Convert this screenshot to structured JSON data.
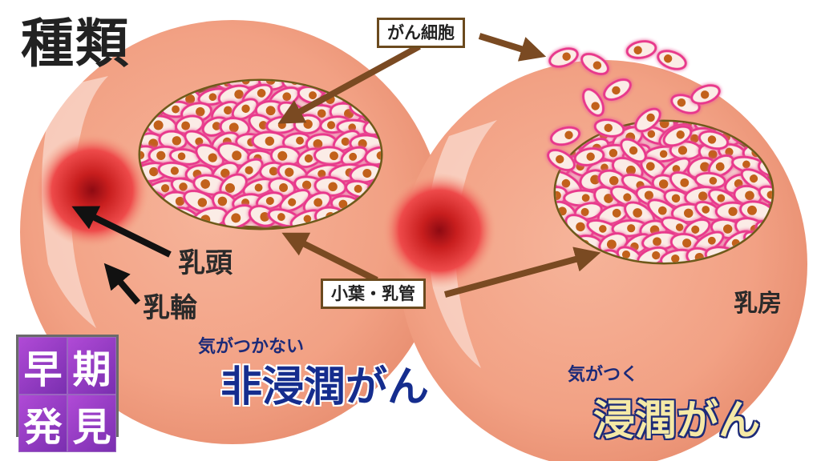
{
  "title": "種類",
  "labels": {
    "cancer_cell": "がん細胞",
    "lobule_duct": "小葉・乳管",
    "nipple": "乳頭",
    "areola": "乳輪",
    "breast": "乳房"
  },
  "non_invasive": {
    "sub": "気がつかない",
    "main": "非浸潤がん"
  },
  "invasive": {
    "sub": "気がつく",
    "main": "浸潤がん"
  },
  "badge": [
    "早",
    "期",
    "発",
    "見"
  ],
  "colors": {
    "breast": "#f4a98a",
    "nipple": "#c81e1e",
    "cell_border": "#e8388c",
    "cell_nucleus": "#c2611a",
    "arrow": "#7a4a22",
    "badge": "#8c3db8"
  }
}
